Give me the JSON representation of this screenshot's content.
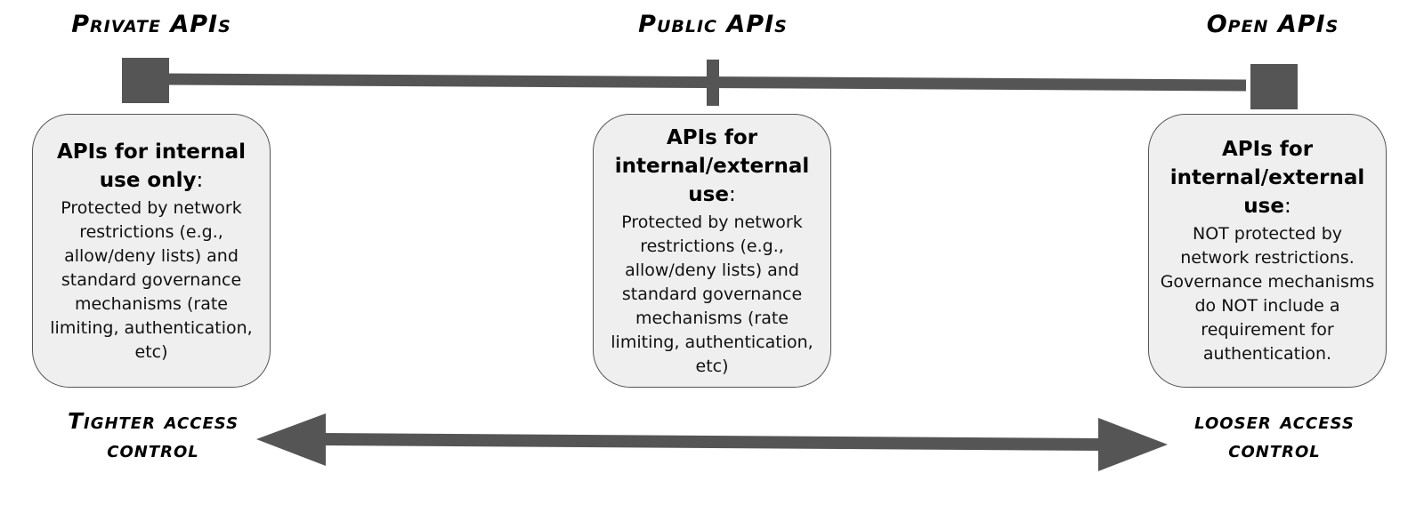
{
  "top_labels": {
    "private": "Private APIs",
    "public": "Public APIs",
    "open": "Open APIs"
  },
  "boxes": {
    "private": {
      "heading": "APIs for internal use only",
      "colon": ":",
      "body": "Protected by network restrictions (e.g., allow/deny lists) and standard governance mechanisms (rate limiting, authentication, etc)"
    },
    "public": {
      "heading": "APIs for internal/external use",
      "colon": ":",
      "body": "Protected by network restrictions (e.g., allow/deny lists) and standard governance mechanisms (rate limiting, authentication, etc)"
    },
    "open": {
      "heading": "APIs for internal/external use",
      "colon": ":",
      "body": "NOT protected by network restrictions. Governance mechanisms do NOT include a requirement for authentication."
    }
  },
  "bottom_labels": {
    "tighter": "Tighter access control",
    "looser": "looser access control"
  },
  "colors": {
    "line": "#555555",
    "box_fill": "#efefef"
  }
}
